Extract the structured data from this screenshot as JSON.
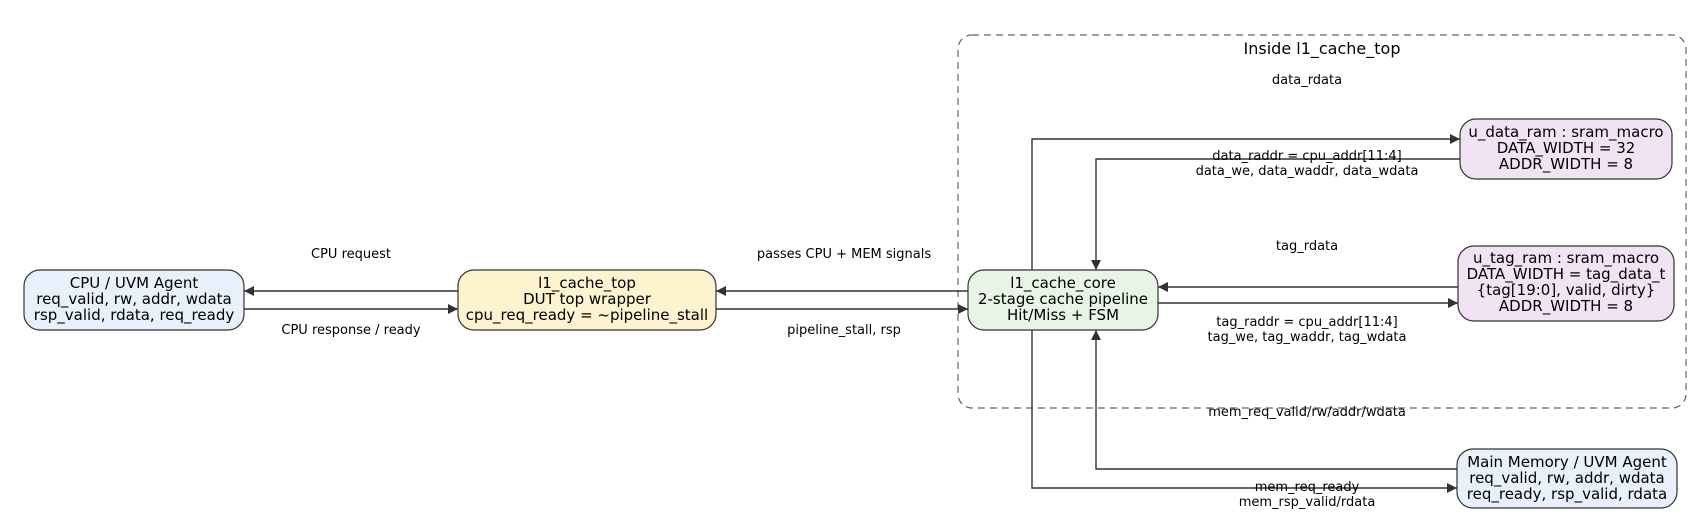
{
  "cluster": {
    "title": "Inside l1_cache_top"
  },
  "nodes": {
    "cpu": {
      "lines": [
        "CPU / UVM Agent",
        "req_valid, rw, addr, wdata",
        "rsp_valid, rdata, req_ready"
      ],
      "fill": "#e8f0fc"
    },
    "top": {
      "lines": [
        "l1_cache_top",
        "DUT top wrapper",
        "cpu_req_ready = ~pipeline_stall"
      ],
      "fill": "#fdf3cf"
    },
    "core": {
      "lines": [
        "l1_cache_core",
        "2-stage cache pipeline",
        "Hit/Miss + FSM"
      ],
      "fill": "#e7f4e6"
    },
    "data_ram": {
      "lines": [
        "u_data_ram : sram_macro",
        "DATA_WIDTH = 32",
        "ADDR_WIDTH = 8"
      ],
      "fill": "#f2e3f4"
    },
    "tag_ram": {
      "lines": [
        "u_tag_ram : sram_macro",
        "DATA_WIDTH = tag_data_t",
        "{tag[19:0], valid, dirty}",
        "ADDR_WIDTH = 8"
      ],
      "fill": "#f2e3f4"
    },
    "mem": {
      "lines": [
        "Main Memory / UVM Agent",
        "req_valid, rw, addr, wdata",
        "req_ready, rsp_valid, rdata"
      ],
      "fill": "#e8f0fc"
    }
  },
  "edges": {
    "cpu_request": "CPU request",
    "cpu_response": "CPU response / ready",
    "passes": "passes CPU + MEM signals",
    "pipeline_stall": "pipeline_stall, rsp",
    "data_rdata": "data_rdata",
    "data_raddr": "data_raddr = cpu_addr[11:4]",
    "data_we": "data_we, data_waddr, data_wdata",
    "tag_rdata": "tag_rdata",
    "tag_raddr": "tag_raddr = cpu_addr[11:4]",
    "tag_we": "tag_we, tag_waddr, tag_wdata",
    "mem_req": "mem_req_valid/rw/addr/wdata",
    "mem_req_ready": "mem_req_ready",
    "mem_rsp": "mem_rsp_valid/rdata"
  },
  "colors": {
    "stroke": "#333333",
    "cluster_border": "#666666"
  }
}
